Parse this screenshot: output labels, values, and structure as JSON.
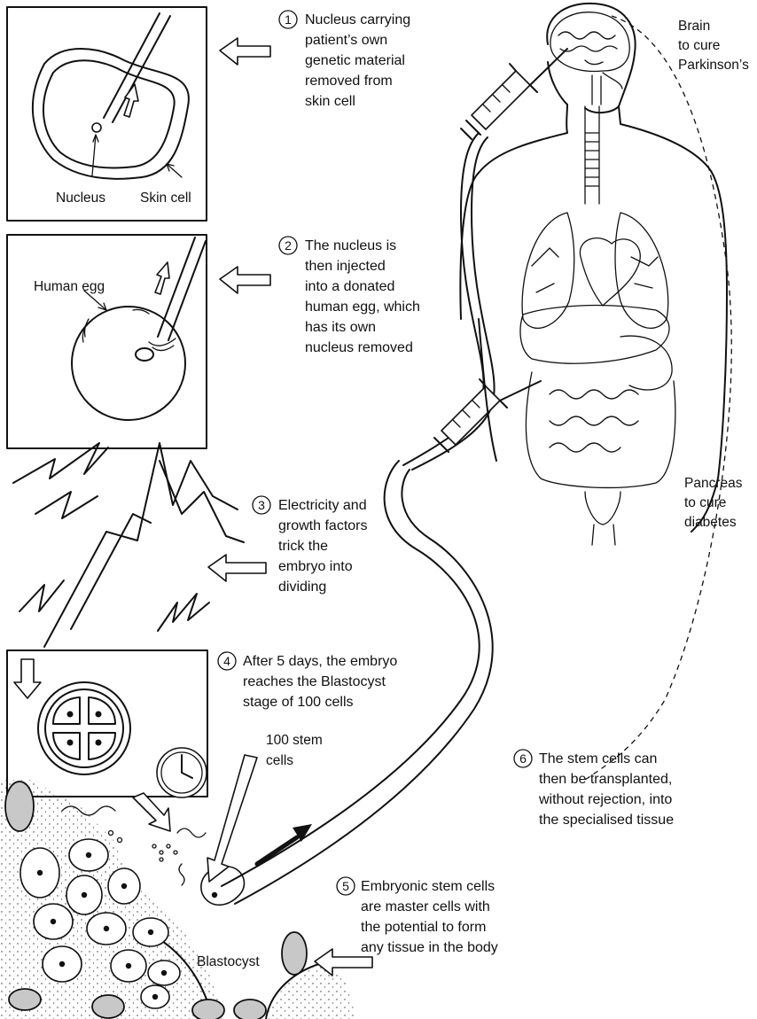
{
  "steps": [
    {
      "num": "1",
      "lines": [
        "Nucleus carrying",
        "patient’s own",
        "genetic material",
        "removed from",
        "skin cell"
      ]
    },
    {
      "num": "2",
      "lines": [
        "The nucleus is",
        "then injected",
        "into a donated",
        "human egg, which",
        "has its own",
        "nucleus removed"
      ]
    },
    {
      "num": "3",
      "lines": [
        "Electricity and",
        "growth factors",
        "trick the",
        "embryo into",
        "dividing"
      ]
    },
    {
      "num": "4",
      "lines": [
        "After 5 days, the embryo",
        "reaches the Blastocyst",
        "stage of 100 cells"
      ]
    },
    {
      "num": "5",
      "lines": [
        "Embryonic stem cells",
        "are master cells with",
        "the potential to form",
        "any tissue in the body"
      ]
    },
    {
      "num": "6",
      "lines": [
        "The stem cells can",
        "then be transplanted,",
        "without rejection, into",
        "the specialised tissue"
      ]
    }
  ],
  "labels": {
    "nucleus": "Nucleus",
    "skin_cell": "Skin cell",
    "human_egg": "Human egg",
    "stem_cells": [
      "100 stem",
      "cells"
    ],
    "blastocyst": "Blastocyst",
    "brain": [
      "Brain",
      "to cure",
      "Parkinson’s"
    ],
    "pancreas": [
      "Pancreas",
      "to cure",
      "diabetes"
    ]
  },
  "icons": [
    "skin-cell-icon",
    "human-egg-icon",
    "lightning-bolt-icon",
    "embryo-icon",
    "clock-icon",
    "human-body-icon",
    "syringe-icon",
    "arrow-icon"
  ]
}
